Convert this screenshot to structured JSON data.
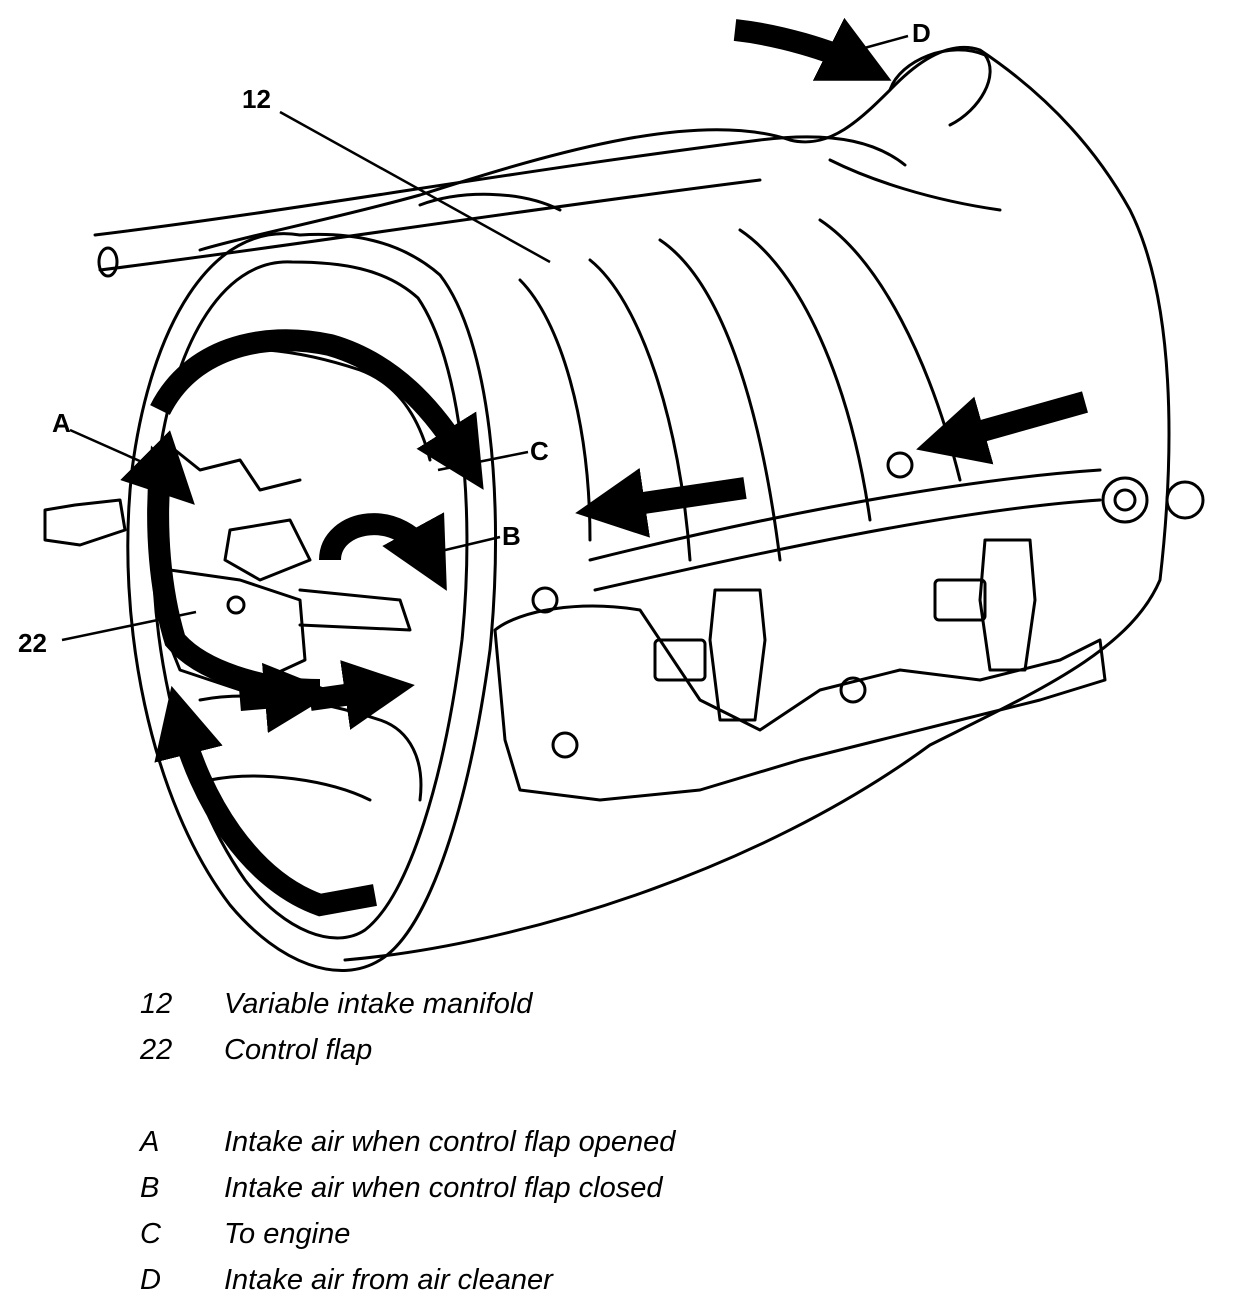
{
  "callouts": {
    "part_12": "12",
    "part_22": "22",
    "flow_a": "A",
    "flow_b": "B",
    "flow_c": "C",
    "flow_d": "D"
  },
  "legend": {
    "parts": [
      {
        "key": "12",
        "text": "Variable intake manifold"
      },
      {
        "key": "22",
        "text": "Control flap"
      }
    ],
    "flows": [
      {
        "key": "A",
        "text": "Intake air when control flap opened"
      },
      {
        "key": "B",
        "text": "Intake air when control flap closed"
      },
      {
        "key": "C",
        "text": "To engine"
      },
      {
        "key": "D",
        "text": "Intake air from air cleaner"
      }
    ]
  },
  "colors": {
    "ink": "#000000",
    "paper": "#ffffff"
  }
}
